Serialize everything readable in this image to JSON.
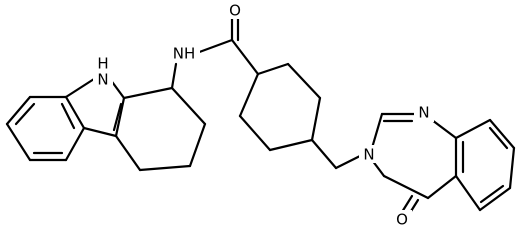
{
  "atoms": {
    "carbazole_nh": "N",
    "carbazole_h": "H",
    "amide_n": "NH",
    "amide_o": "O",
    "quinaz_n1": "N",
    "quinaz_n3": "N",
    "quinaz_o": "O"
  },
  "colors": {
    "bond": "#000000",
    "label": "#000000",
    "background": "#ffffff"
  }
}
